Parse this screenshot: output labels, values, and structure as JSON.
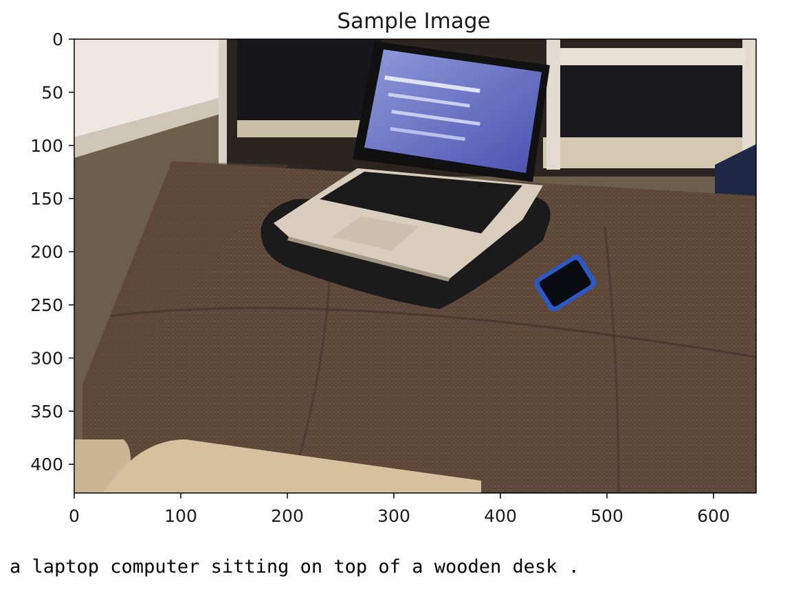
{
  "figure": {
    "title": "Sample Image",
    "image_description_icon": "photo-laptop-on-ottoman",
    "x_ticks": [
      "0",
      "100",
      "200",
      "300",
      "400",
      "500",
      "600"
    ],
    "y_ticks": [
      "0",
      "50",
      "100",
      "150",
      "200",
      "250",
      "300",
      "350",
      "400"
    ],
    "x_range": [
      0,
      640
    ],
    "y_range": [
      0,
      427
    ]
  },
  "caption": "a laptop computer sitting on top of a wooden desk ."
}
